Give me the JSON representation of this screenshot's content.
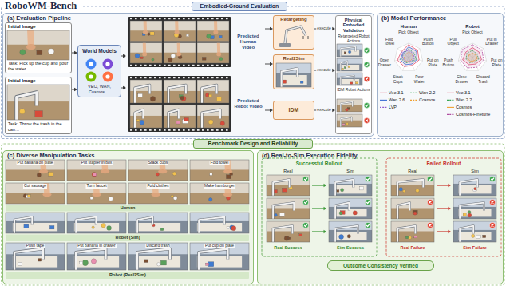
{
  "diagram": {
    "title": "RoboWM-Bench",
    "nodes": [
      {
        "text": [
          "Embodied-Ground Evaluation"
        ]
      },
      {
        "text": [
          "(a) Evaluation Pipeline"
        ]
      },
      {
        "text": [
          "Initial Image",
          "Task: Pick up the cup and pour the water…"
        ],
        "in": 1
      },
      {
        "text": [
          "Initial Image",
          "Task: Throw the trash in the can…"
        ],
        "in": 1
      },
      {
        "text": [
          "World Models",
          "VEO, WAN, Cosmos …"
        ],
        "in": 1
      },
      {
        "text": [
          "Predicted Human Video"
        ],
        "in": 1
      },
      {
        "text": [
          "Predicted Robot Video"
        ],
        "in": 1
      },
      {
        "text": [
          "Retargeting"
        ],
        "in": 1
      },
      {
        "text": [
          "Real2Sim"
        ],
        "in": 1
      },
      {
        "text": [
          "IDM"
        ],
        "in": 1
      },
      {
        "text": [
          "Physical Embodied Validation"
        ],
        "in": 1
      },
      {
        "text": [
          "(b) Model Performance"
        ]
      },
      {
        "text": [
          "Benchmark Design and Reliability"
        ]
      },
      {
        "text": [
          "(c) Diverse Manipulation Tasks"
        ]
      },
      {
        "text": [
          "(d) Real-to-Sim Execution Fidelity"
        ]
      },
      {
        "text": [
          "Outcome Consistency Verified"
        ],
        "in": 14
      }
    ],
    "edges": [
      {
        "from": 2,
        "to": 4,
        "arrow": "to"
      },
      {
        "from": 3,
        "to": 4,
        "arrow": "to"
      },
      {
        "from": 4,
        "to": 5,
        "arrow": "to"
      },
      {
        "from": 4,
        "to": 6,
        "arrow": "to"
      },
      {
        "from": 5,
        "to": 7,
        "arrow": "to"
      },
      {
        "from": 5,
        "to": 8,
        "arrow": "to"
      },
      {
        "from": 6,
        "to": 9,
        "arrow": "to"
      },
      {
        "from": 7,
        "to": 10,
        "label": "execute",
        "arrow": "to"
      },
      {
        "from": 8,
        "to": 10,
        "label": "execute",
        "arrow": "to"
      },
      {
        "from": 9,
        "to": 10,
        "label": "execute",
        "arrow": "to"
      }
    ],
    "labels": [
      "Retargeted Robot Actions",
      "IDM Robot Actions",
      "Human",
      "Robot",
      "Pick Object",
      "Push Button",
      "Put on Plate",
      "Pour Water",
      "Stack Cups",
      "Open Drawer",
      "Fold Towel",
      "Pick Object",
      "Put in Drawer",
      "Put on Plate",
      "Discard Trash",
      "Close Drawer",
      "Push Button",
      "Pull Object",
      "Put banana on plate",
      "Put stapler in box",
      "Stack cups",
      "Fold towel",
      "Cut sausage",
      "Turn faucet",
      "Fold clothes",
      "Make hamburger",
      "Human",
      "Robot (Sim)",
      "Push tape",
      "Put banana in drawer",
      "Discard trash",
      "Put cup on plate",
      "Robot (Real2Sim)",
      "Successful Rollout",
      "Failed Rollout",
      "Real",
      "Sim",
      "Real",
      "Sim",
      "Real Success",
      "Sim Success",
      "Real Failure",
      "Sim Failure"
    ],
    "legend": [
      {
        "text": "Veo 3.1"
      },
      {
        "text": "Wan 2.2"
      },
      {
        "text": "Wan 2.6"
      },
      {
        "text": "Cosmos"
      },
      {
        "text": "LVP"
      },
      {
        "text": "Veo 3.1"
      },
      {
        "text": "Wan 2.2"
      },
      {
        "text": "Cosmos"
      },
      {
        "text": "Cosmos-Finetune"
      }
    ]
  }
}
